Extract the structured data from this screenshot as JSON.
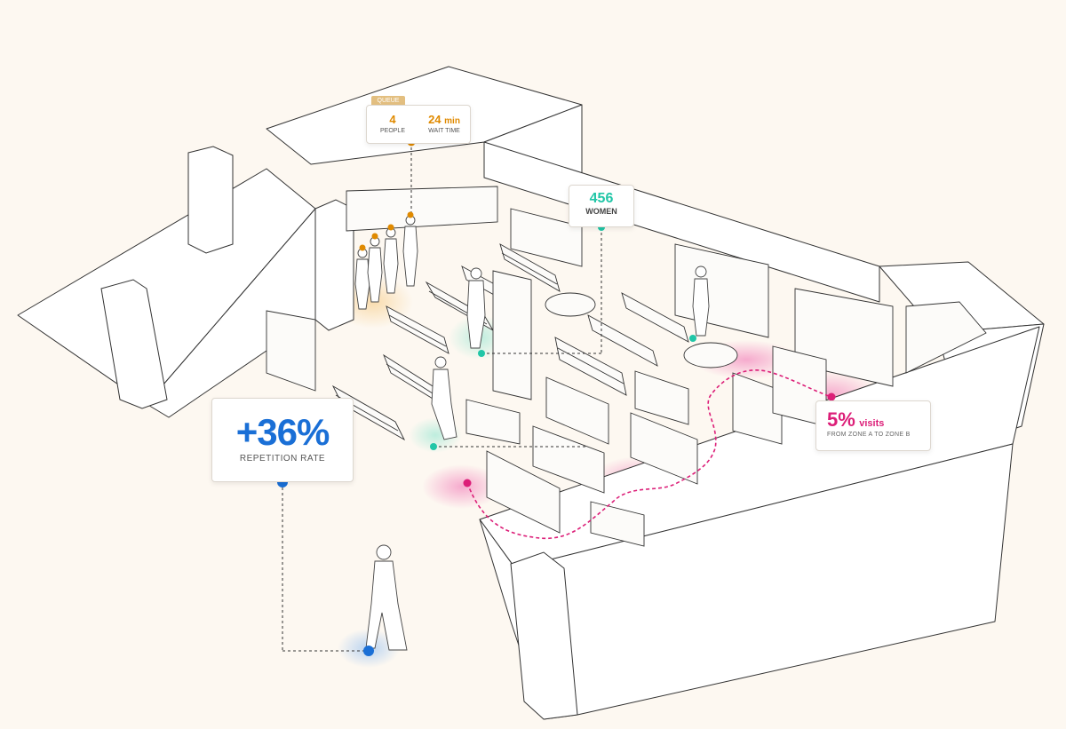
{
  "queue": {
    "tag": "QUEUE",
    "people_value": "4",
    "people_label": "PEOPLE",
    "wait_value": "24",
    "wait_unit": "min",
    "wait_label": "WAIT TIME"
  },
  "women": {
    "value": "456",
    "label": "WOMEN"
  },
  "repetition": {
    "value": "+36%",
    "label": "REPETITION RATE"
  },
  "visits": {
    "value": "5%",
    "unit": "visits",
    "label": "FROM ZONE A TO ZONE B"
  },
  "colors": {
    "queue": "#e08a00",
    "women": "#21c6a7",
    "repetition": "#1a6fd6",
    "visits": "#dc1e78",
    "line": "#333333",
    "background": "#fdf8f1"
  }
}
